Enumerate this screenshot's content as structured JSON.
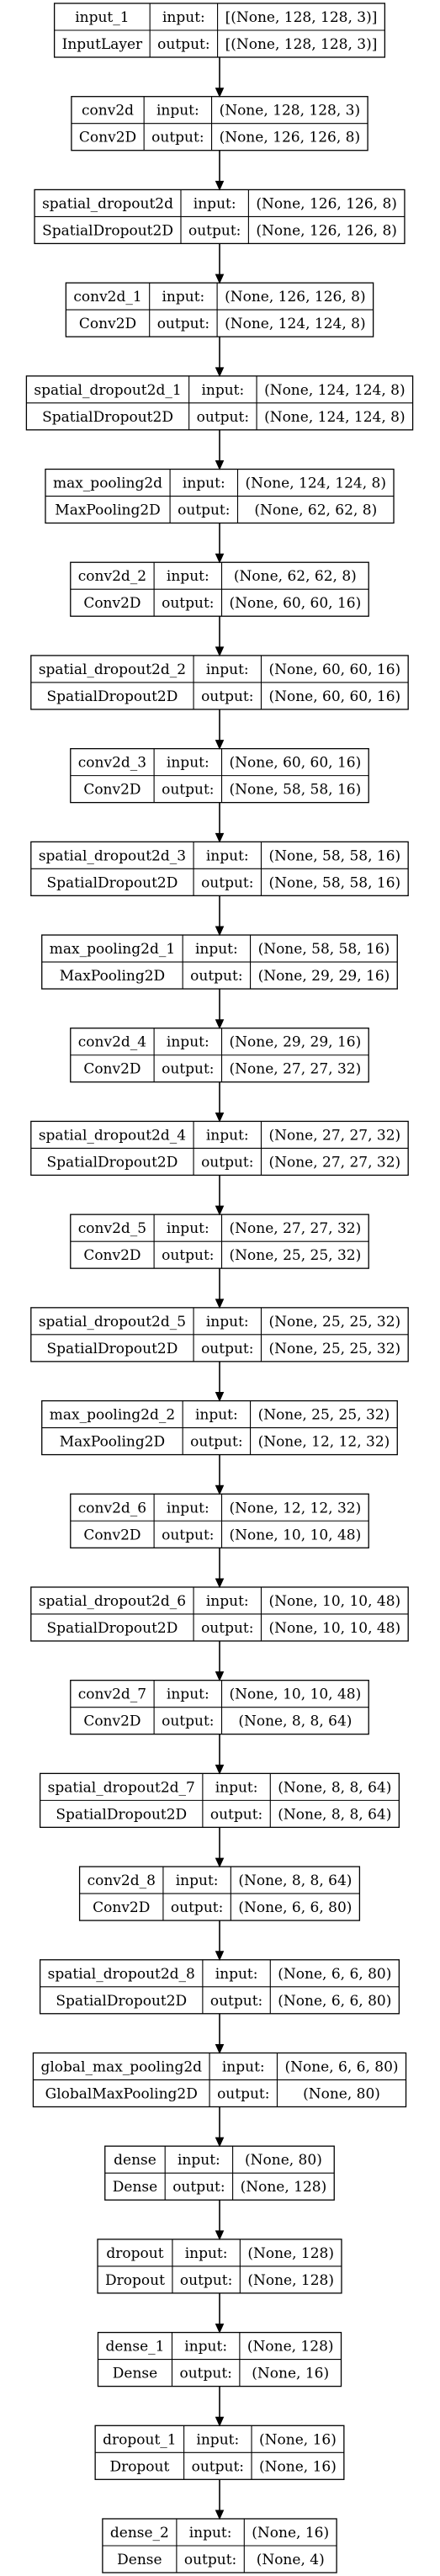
{
  "labels": {
    "input": "input:",
    "output": "output:"
  },
  "layers": [
    {
      "name": "input_1",
      "type": "InputLayer",
      "input": "[(None, 128, 128, 3)]",
      "output": "[(None, 128, 128, 3)]"
    },
    {
      "name": "conv2d",
      "type": "Conv2D",
      "input": "(None, 128, 128, 3)",
      "output": "(None, 126, 126, 8)"
    },
    {
      "name": "spatial_dropout2d",
      "type": "SpatialDropout2D",
      "input": "(None, 126, 126, 8)",
      "output": "(None, 126, 126, 8)"
    },
    {
      "name": "conv2d_1",
      "type": "Conv2D",
      "input": "(None, 126, 126, 8)",
      "output": "(None, 124, 124, 8)"
    },
    {
      "name": "spatial_dropout2d_1",
      "type": "SpatialDropout2D",
      "input": "(None, 124, 124, 8)",
      "output": "(None, 124, 124, 8)"
    },
    {
      "name": "max_pooling2d",
      "type": "MaxPooling2D",
      "input": "(None, 124, 124, 8)",
      "output": "(None, 62, 62, 8)"
    },
    {
      "name": "conv2d_2",
      "type": "Conv2D",
      "input": "(None, 62, 62, 8)",
      "output": "(None, 60, 60, 16)"
    },
    {
      "name": "spatial_dropout2d_2",
      "type": "SpatialDropout2D",
      "input": "(None, 60, 60, 16)",
      "output": "(None, 60, 60, 16)"
    },
    {
      "name": "conv2d_3",
      "type": "Conv2D",
      "input": "(None, 60, 60, 16)",
      "output": "(None, 58, 58, 16)"
    },
    {
      "name": "spatial_dropout2d_3",
      "type": "SpatialDropout2D",
      "input": "(None, 58, 58, 16)",
      "output": "(None, 58, 58, 16)"
    },
    {
      "name": "max_pooling2d_1",
      "type": "MaxPooling2D",
      "input": "(None, 58, 58, 16)",
      "output": "(None, 29, 29, 16)"
    },
    {
      "name": "conv2d_4",
      "type": "Conv2D",
      "input": "(None, 29, 29, 16)",
      "output": "(None, 27, 27, 32)"
    },
    {
      "name": "spatial_dropout2d_4",
      "type": "SpatialDropout2D",
      "input": "(None, 27, 27, 32)",
      "output": "(None, 27, 27, 32)"
    },
    {
      "name": "conv2d_5",
      "type": "Conv2D",
      "input": "(None, 27, 27, 32)",
      "output": "(None, 25, 25, 32)"
    },
    {
      "name": "spatial_dropout2d_5",
      "type": "SpatialDropout2D",
      "input": "(None, 25, 25, 32)",
      "output": "(None, 25, 25, 32)"
    },
    {
      "name": "max_pooling2d_2",
      "type": "MaxPooling2D",
      "input": "(None, 25, 25, 32)",
      "output": "(None, 12, 12, 32)"
    },
    {
      "name": "conv2d_6",
      "type": "Conv2D",
      "input": "(None, 12, 12, 32)",
      "output": "(None, 10, 10, 48)"
    },
    {
      "name": "spatial_dropout2d_6",
      "type": "SpatialDropout2D",
      "input": "(None, 10, 10, 48)",
      "output": "(None, 10, 10, 48)"
    },
    {
      "name": "conv2d_7",
      "type": "Conv2D",
      "input": "(None, 10, 10, 48)",
      "output": "(None, 8, 8, 64)"
    },
    {
      "name": "spatial_dropout2d_7",
      "type": "SpatialDropout2D",
      "input": "(None, 8, 8, 64)",
      "output": "(None, 8, 8, 64)"
    },
    {
      "name": "conv2d_8",
      "type": "Conv2D",
      "input": "(None, 8, 8, 64)",
      "output": "(None, 6, 6, 80)"
    },
    {
      "name": "spatial_dropout2d_8",
      "type": "SpatialDropout2D",
      "input": "(None, 6, 6, 80)",
      "output": "(None, 6, 6, 80)"
    },
    {
      "name": "global_max_pooling2d",
      "type": "GlobalMaxPooling2D",
      "input": "(None, 6, 6, 80)",
      "output": "(None, 80)"
    },
    {
      "name": "dense",
      "type": "Dense",
      "input": "(None, 80)",
      "output": "(None, 128)"
    },
    {
      "name": "dropout",
      "type": "Dropout",
      "input": "(None, 128)",
      "output": "(None, 128)"
    },
    {
      "name": "dense_1",
      "type": "Dense",
      "input": "(None, 128)",
      "output": "(None, 16)"
    },
    {
      "name": "dropout_1",
      "type": "Dropout",
      "input": "(None, 16)",
      "output": "(None, 16)"
    },
    {
      "name": "dense_2",
      "type": "Dense",
      "input": "(None, 16)",
      "output": "(None, 4)"
    }
  ]
}
